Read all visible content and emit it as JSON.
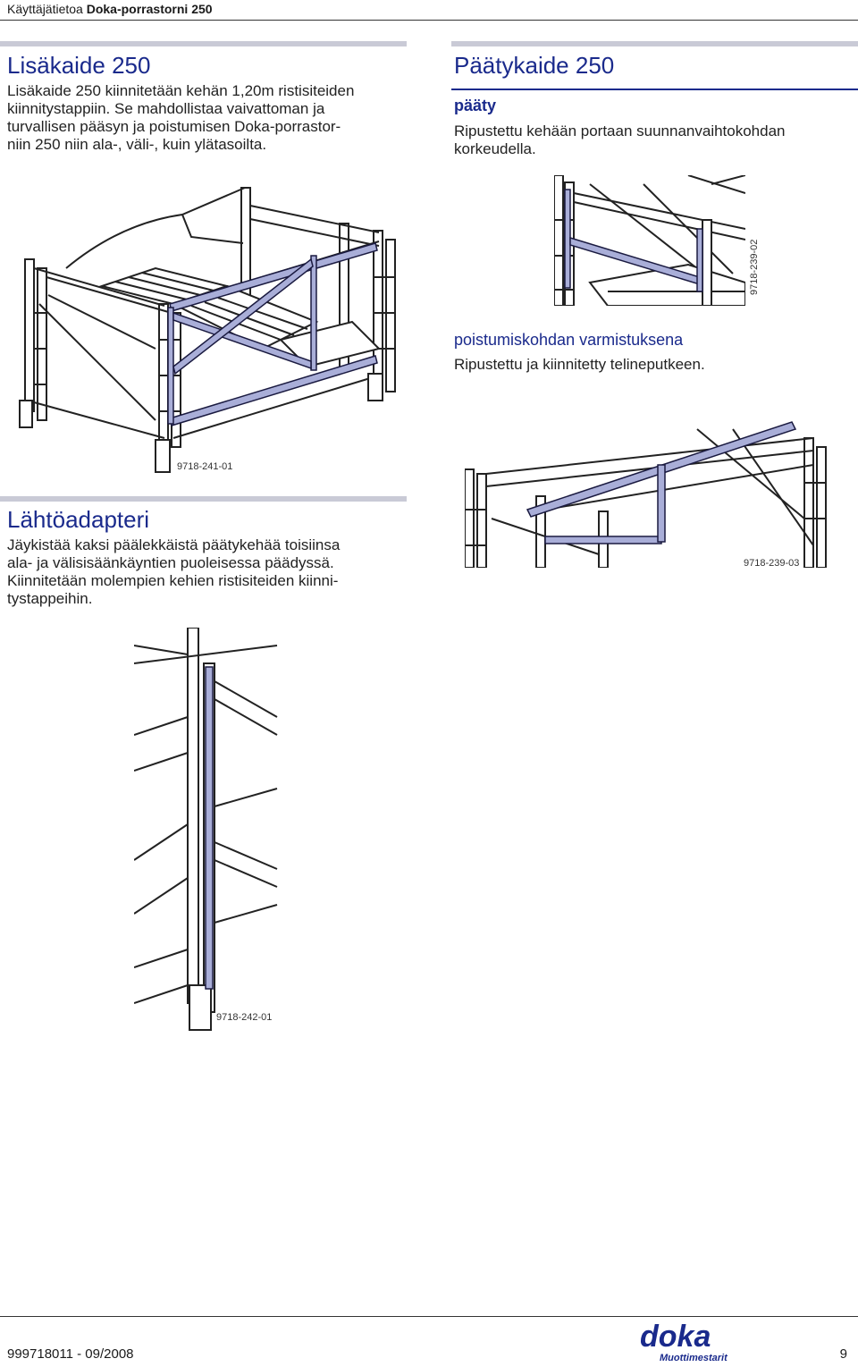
{
  "header": {
    "prefix": "Käyttäjätietoa",
    "product": "Doka-porrastorni 250"
  },
  "lisakaide": {
    "title": "Lisäkaide 250",
    "lines": [
      "Lisäkaide 250 kiinnitetään kehän 1,20m ristisiteiden",
      "kiinnitystappiin. Se mahdollistaa vaivattoman ja",
      "turvallisen pääsyn ja poistumisen Doka-porrastor-",
      "niin 250 niin ala-, väli-, kuin ylätasoilta."
    ],
    "figure_code": "9718-241-01"
  },
  "paatykaide": {
    "title": "Päätykaide 250",
    "sub1": "pääty",
    "sub1_lines": [
      "Ripustettu kehään portaan suunnanvaihtokohdan",
      "korkeudella."
    ],
    "fig1_code": "9718-239-02",
    "sub2": "poistumiskohdan varmistuksena",
    "sub2_text": "Ripustettu ja kiinnitetty telineputkeen.",
    "fig2_code": "9718-239-03"
  },
  "lahto": {
    "title": "Lähtöadapteri",
    "lines": [
      "Jäykistää kaksi päälekkäistä päätykehää toisiinsa",
      "ala- ja välisisäänkäyntien puoleisessa päädyssä.",
      "Kiinnitetään molempien kehien ristisiteiden kiinni-",
      "tystappeihin."
    ],
    "figure_code": "9718-242-01"
  },
  "footer": {
    "doc_number": "999718011 - 09/2008",
    "page": "9",
    "logo_text": "doka",
    "logo_sub": "Muottimestarit"
  },
  "colors": {
    "accent": "#1a2a8c",
    "highlight": "#a9aed8",
    "bar": "#c9cad6"
  }
}
